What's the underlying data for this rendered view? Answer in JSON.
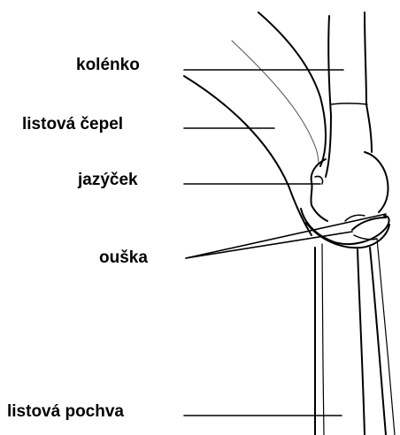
{
  "labels": {
    "kolenko": "kolénko",
    "listova_cepel": "listová čepel",
    "jazycek": "jazýček",
    "ouska": "ouška",
    "listova_pochva": "listová pochva"
  },
  "colors": {
    "background": "#ffffff",
    "ink": "#000000",
    "fine_ink": "#555555"
  }
}
